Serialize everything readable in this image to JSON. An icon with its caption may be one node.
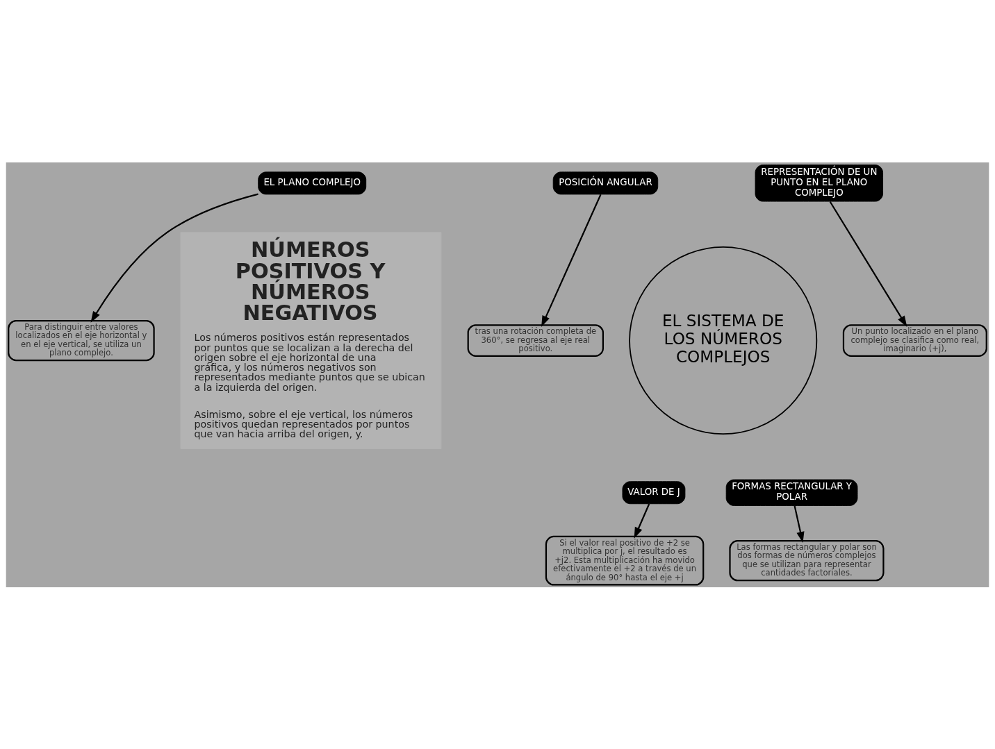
{
  "diagram": {
    "nodes": [
      {
        "text": [
          "NÚMEROS POSITIVOS Y NÚMEROS NEGATIVOS",
          "Los números positivos están representados por puntos que se localizan a la derecha del origen sobre el eje horizontal de una gráfica, y los números negativos son representados mediante puntos que se ubican a la izquierda del origen.",
          "Asimismo, sobre el eje vertical, los números positivos quedan representados por puntos que van hacia arriba del origen, y."
        ]
      },
      {
        "text": [
          "Para distinguir entre valores localizados en el eje horizontal y en el eje vertical, se utiliza un plano complejo."
        ]
      },
      {
        "text": [
          "tras una rotación completa de 360°, se regresa al eje real positivo."
        ]
      },
      {
        "text": [
          "Un punto localizado en el plano complejo se clasifica como real, imaginario (+j),"
        ]
      },
      {
        "text": [
          "EL PLANO COMPLEJO"
        ]
      },
      {
        "text": [
          "POSICIÓN ANGULAR"
        ]
      },
      {
        "text": [
          "REPRESENTACIÓN DE UN PUNTO EN EL PLANO COMPLEJO"
        ]
      },
      {
        "text": [
          "EL SISTEMA DE LOS NÚMEROS COMPLEJOS"
        ]
      },
      {
        "text": [
          "VALOR DE J"
        ]
      },
      {
        "text": [
          "FORMAS RECTANGULAR Y POLAR"
        ]
      },
      {
        "text": [
          "Si el valor real positivo de +2 se multiplica por j, el resultado es +j2. Esta multiplicación ha movido efectivamente el +2 a través de un ángulo de 90° hasta el eje +j"
        ]
      },
      {
        "text": [
          "Las formas rectangular y polar son dos formas de números complejos que se utilizan para representar cantidades factoriales."
        ]
      }
    ],
    "edges": [
      {
        "from": 4,
        "to": 1,
        "arrow": "to"
      },
      {
        "from": 5,
        "to": 2,
        "arrow": "to"
      },
      {
        "from": 6,
        "to": 3,
        "arrow": "to"
      },
      {
        "from": 8,
        "to": 10,
        "arrow": "to"
      },
      {
        "from": 9,
        "to": 11,
        "arrow": "to"
      }
    ]
  }
}
